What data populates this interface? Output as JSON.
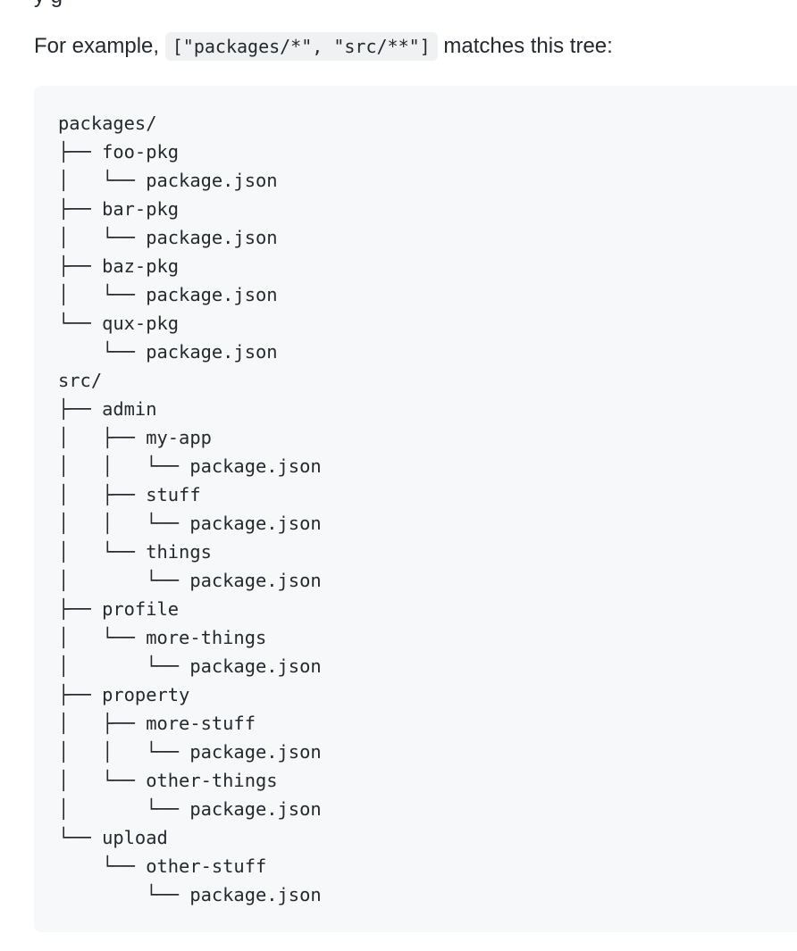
{
  "doc": {
    "previous_line_fragment": "y                    g",
    "para_prefix": "For example,",
    "inline_code": "[\"packages/*\", \"src/**\"]",
    "para_suffix": "matches this tree:",
    "tree_lines": [
      "packages/",
      "├── foo-pkg",
      "│   └── package.json",
      "├── bar-pkg",
      "│   └── package.json",
      "├── baz-pkg",
      "│   └── package.json",
      "└── qux-pkg",
      "    └── package.json",
      "src/",
      "├── admin",
      "│   ├── my-app",
      "│   │   └── package.json",
      "│   ├── stuff",
      "│   │   └── package.json",
      "│   └── things",
      "│       └── package.json",
      "├── profile",
      "│   └── more-things",
      "│       └── package.json",
      "├── property",
      "│   ├── more-stuff",
      "│   │   └── package.json",
      "│   └── other-things",
      "│       └── package.json",
      "└── upload",
      "    └── other-stuff",
      "        └── package.json"
    ]
  }
}
